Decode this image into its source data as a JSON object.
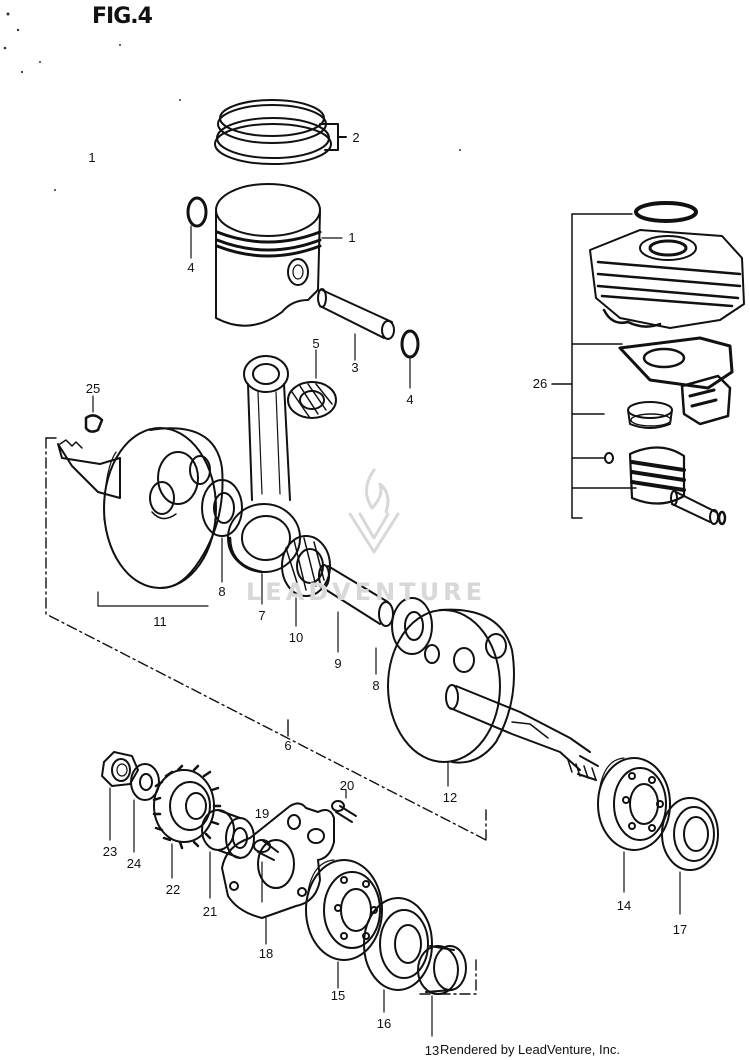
{
  "figure": {
    "title": "FIG.4"
  },
  "callouts": {
    "c1": "1",
    "c2": "2",
    "c3": "3",
    "c4a": "4",
    "c4b": "4",
    "c5": "5",
    "c6": "6",
    "c7": "7",
    "c8a": "8",
    "c8b": "8",
    "c9": "9",
    "c10": "10",
    "c11": "11",
    "c12": "12",
    "c13": "13",
    "c14": "14",
    "c15": "15",
    "c16": "16",
    "c17": "17",
    "c18": "18",
    "c19": "19",
    "c20": "20",
    "c21": "21",
    "c22": "22",
    "c23": "23",
    "c24": "24",
    "c25": "25",
    "c26": "26",
    "stray": "1"
  },
  "watermark": {
    "text": "LEADVENTURE"
  },
  "footer": {
    "text": "Rendered by LeadVenture, Inc."
  }
}
